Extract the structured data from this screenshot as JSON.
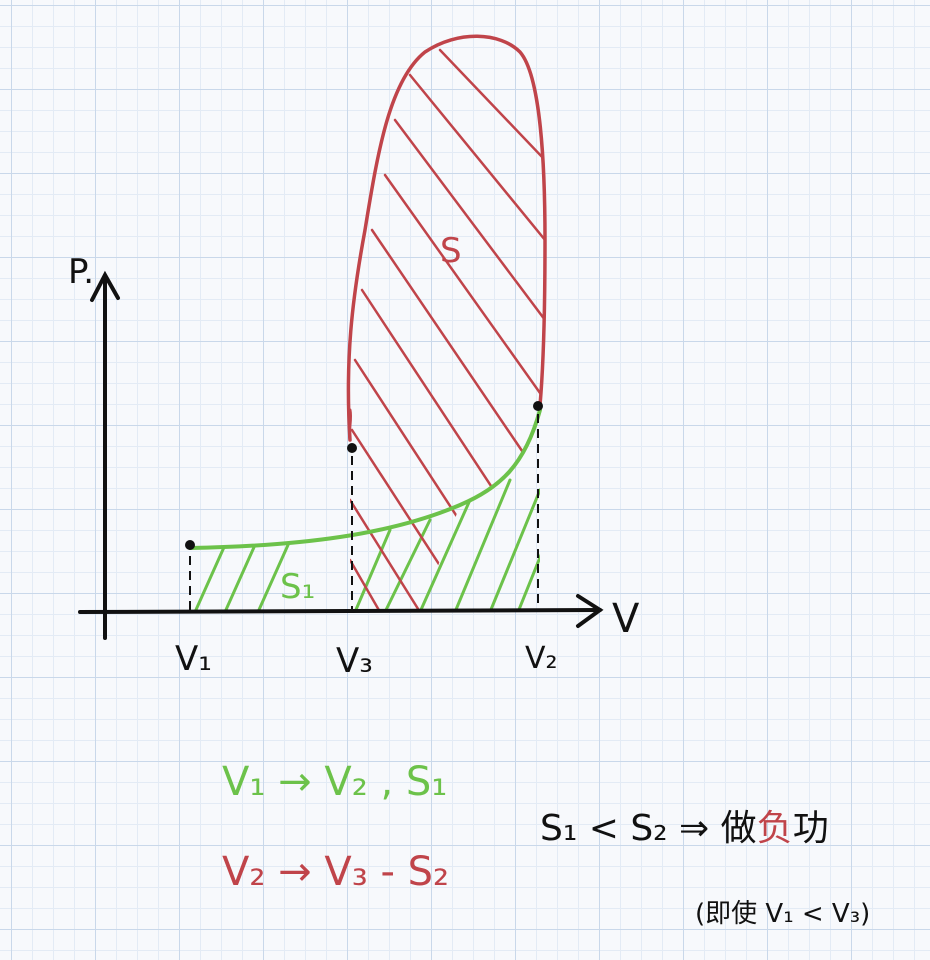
{
  "colors": {
    "ink": "#111111",
    "green": "#6cc24a",
    "red": "#c0444a"
  },
  "axes": {
    "y_label": "P.",
    "x_label": "V"
  },
  "points": {
    "v1": "V₁",
    "v3": "V₃",
    "v2": "V₂"
  },
  "regions": {
    "green_area": "S₁",
    "red_area": "S"
  },
  "legend": {
    "line1": "V₁ → V₂ ,  S₁",
    "line2": "V₂ → V₃ -  S₂"
  },
  "conclusion": {
    "line1_prefix": "S₁ < S₂ ⇒ 做",
    "line1_emph": "负",
    "line1_suffix": "功",
    "line2": "(即使  V₁ < V₃)"
  }
}
